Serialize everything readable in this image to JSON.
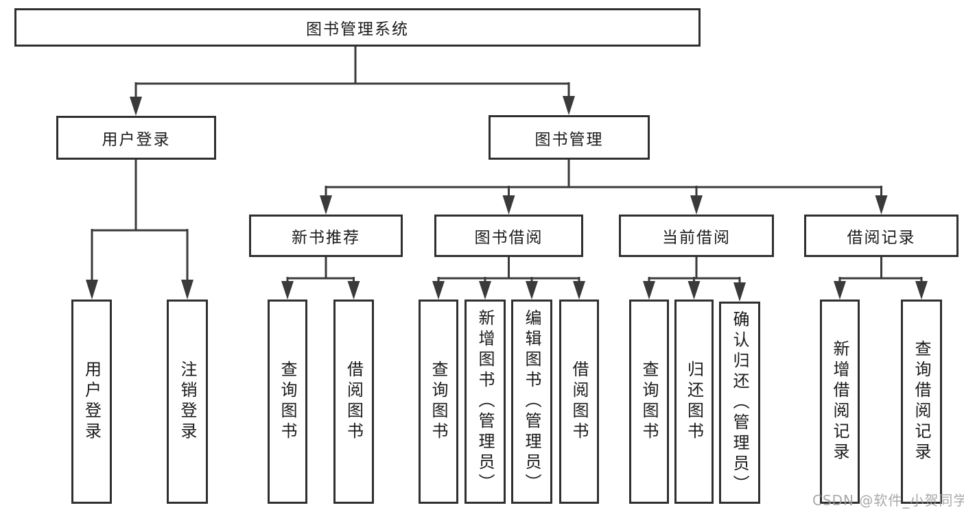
{
  "tree": {
    "root": {
      "label": "图书管理系统"
    },
    "user_login": {
      "label": "用户登录",
      "children": [
        {
          "label": "用户登录"
        },
        {
          "label": "注销登录"
        }
      ]
    },
    "book_mgmt": {
      "label": "图书管理",
      "sections": [
        {
          "label": "新书推荐",
          "children": [
            {
              "label": "查询图书"
            },
            {
              "label": "借阅图书"
            }
          ]
        },
        {
          "label": "图书借阅",
          "children": [
            {
              "label": "查询图书"
            },
            {
              "label": "新增图书（管理员）"
            },
            {
              "label": "编辑图书（管理员）"
            },
            {
              "label": "借阅图书"
            }
          ]
        },
        {
          "label": "当前借阅",
          "children": [
            {
              "label": "查询图书"
            },
            {
              "label": "归还图书"
            },
            {
              "label": "确认归还（管理员）"
            }
          ]
        },
        {
          "label": "借阅记录",
          "children": [
            {
              "label": "新增借阅记录"
            },
            {
              "label": "查询借阅记录"
            }
          ]
        }
      ]
    }
  },
  "watermark": {
    "text": "CSDN @软件_小贺同学"
  },
  "colors": {
    "line": "#3a3a3a",
    "box_border": "#2f2f2f",
    "text": "#1a1a1a",
    "watermark": "#9c9c9c",
    "background": "#ffffff"
  }
}
